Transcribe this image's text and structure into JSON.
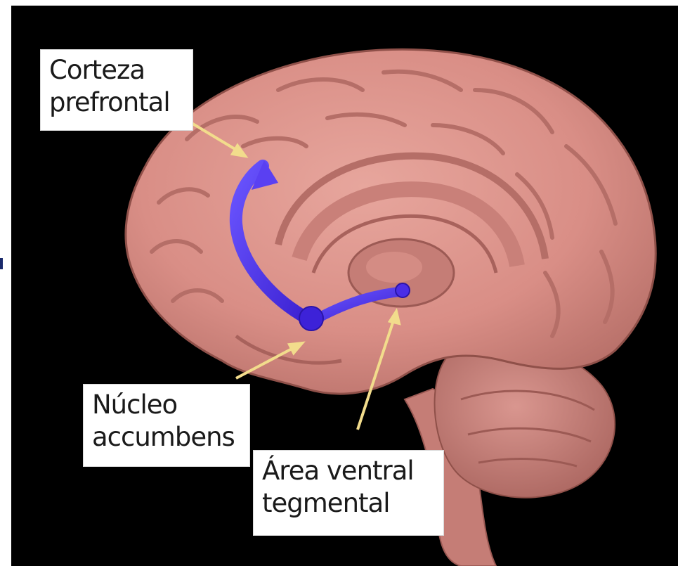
{
  "diagram": {
    "labels": {
      "prefrontal_cortex": {
        "line1": "Corteza",
        "line2": "prefrontal"
      },
      "nucleus_accumbens": {
        "line1": "Núcleo",
        "line2": "accumbens"
      },
      "ventral_tegmental_area": {
        "line1": "Área ventral",
        "line2": "tegmental"
      }
    },
    "colors": {
      "background": "#000000",
      "brain": "#d98e86",
      "brain_shadow": "#b96f68",
      "pathway": "#4a2de6",
      "pointer": "#f2dc8c",
      "label_bg": "#ffffff"
    }
  }
}
